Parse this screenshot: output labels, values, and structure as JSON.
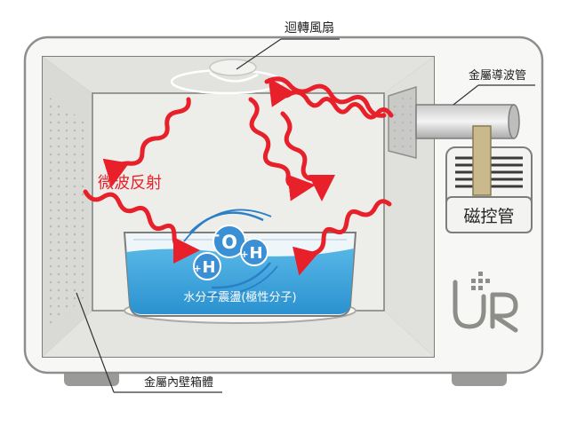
{
  "labels": {
    "fan": "迴轉風扇",
    "waveguide": "金屬導波管",
    "magnetron": "磁控管",
    "reflection": "微波反射",
    "water": "水分子震盪(極性分子)",
    "wall": "金屬內壁箱體"
  },
  "molecule": {
    "oxygen": "O",
    "hydrogen_left": "H",
    "hydrogen_right": "H",
    "minus_sign": "-",
    "plus_sign": "+"
  },
  "logo": "UR",
  "colors": {
    "microwave_arrow": "#e8202a",
    "water": "#3aa3dc",
    "oven_body": "#f7f7f5",
    "cavity": "#e6e7e3",
    "molecule": "#2a7fc6"
  }
}
